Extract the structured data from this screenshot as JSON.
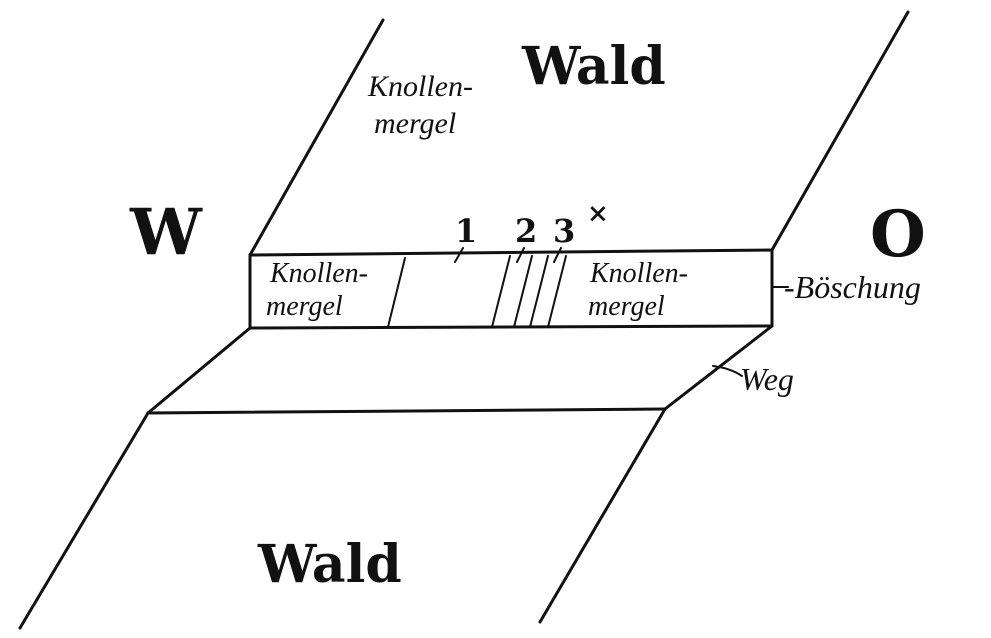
{
  "labels": {
    "wald_top": "Wald",
    "wald_bottom": "Wald",
    "west": "W",
    "east": "O",
    "knollenmergel_top_line1": "Knollen-",
    "knollenmergel_top_line2": "mergel",
    "knollenmergel_left_line1": "Knollen-",
    "knollenmergel_left_line2": "mergel",
    "knollenmergel_right_line1": "Knollen-",
    "knollenmergel_right_line2": "mergel",
    "marker_1": "1",
    "marker_2": "2",
    "marker_3": "3",
    "marker_x": "×",
    "boeschung": "-Böschung",
    "weg": "Weg"
  }
}
